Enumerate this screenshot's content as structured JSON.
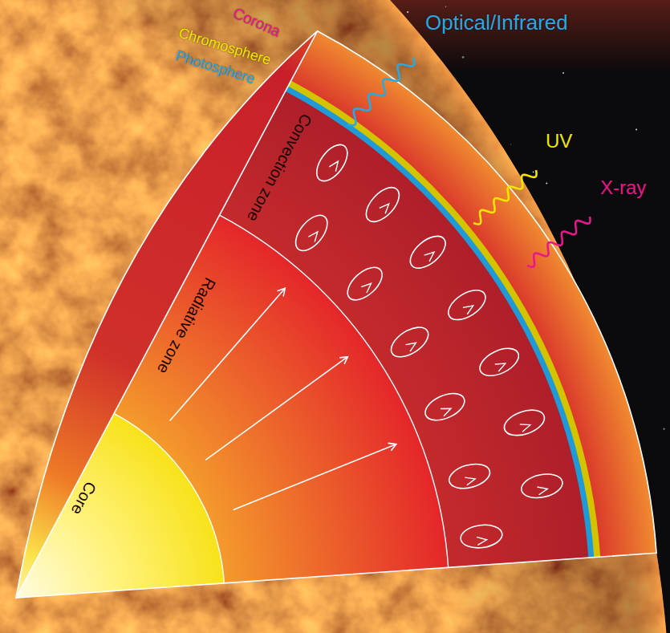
{
  "diagram": {
    "labels": [
      "Corona",
      "Chromosphere",
      "Photosphere",
      "Optical/Infrared",
      "UV",
      "X-ray",
      "Convection zone",
      "Radiative zone",
      "Core"
    ]
  }
}
